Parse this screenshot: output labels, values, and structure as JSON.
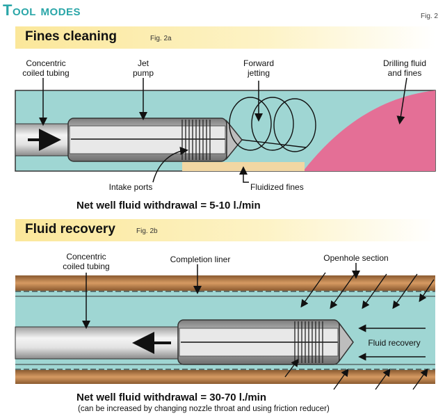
{
  "header": {
    "title": "Tool modes",
    "fig": "Fig. 2"
  },
  "fines": {
    "band_title": "Fines cleaning",
    "band_fig": "Fig. 2a",
    "labels": {
      "tubing": "Concentric\ncoiled tubing",
      "pump": "Jet\npump",
      "jetting": "Forward\njetting",
      "drilling": "Drilling fluid\nand fines",
      "intake": "Intake ports",
      "fluidized": "Fluidized fines"
    },
    "withdrawal": "Net well fluid withdrawal = 5-10 l./min"
  },
  "recovery": {
    "band_title": "Fluid recovery",
    "band_fig": "Fig. 2b",
    "labels": {
      "tubing": "Concentric\ncoiled tubing",
      "liner": "Completion liner",
      "openhole": "Openhole section",
      "fluid": "Fluid recovery"
    },
    "withdrawal": "Net well fluid withdrawal = 30-70 l./min",
    "note": "(can be increased by changing nozzle throat and using friction reducer)"
  },
  "colors": {
    "accent": "#2aa6a8",
    "fluid": "#9fd6d3",
    "pink": "#e46f96",
    "formation": "#c98a56",
    "tan": "#f2d7a3"
  }
}
